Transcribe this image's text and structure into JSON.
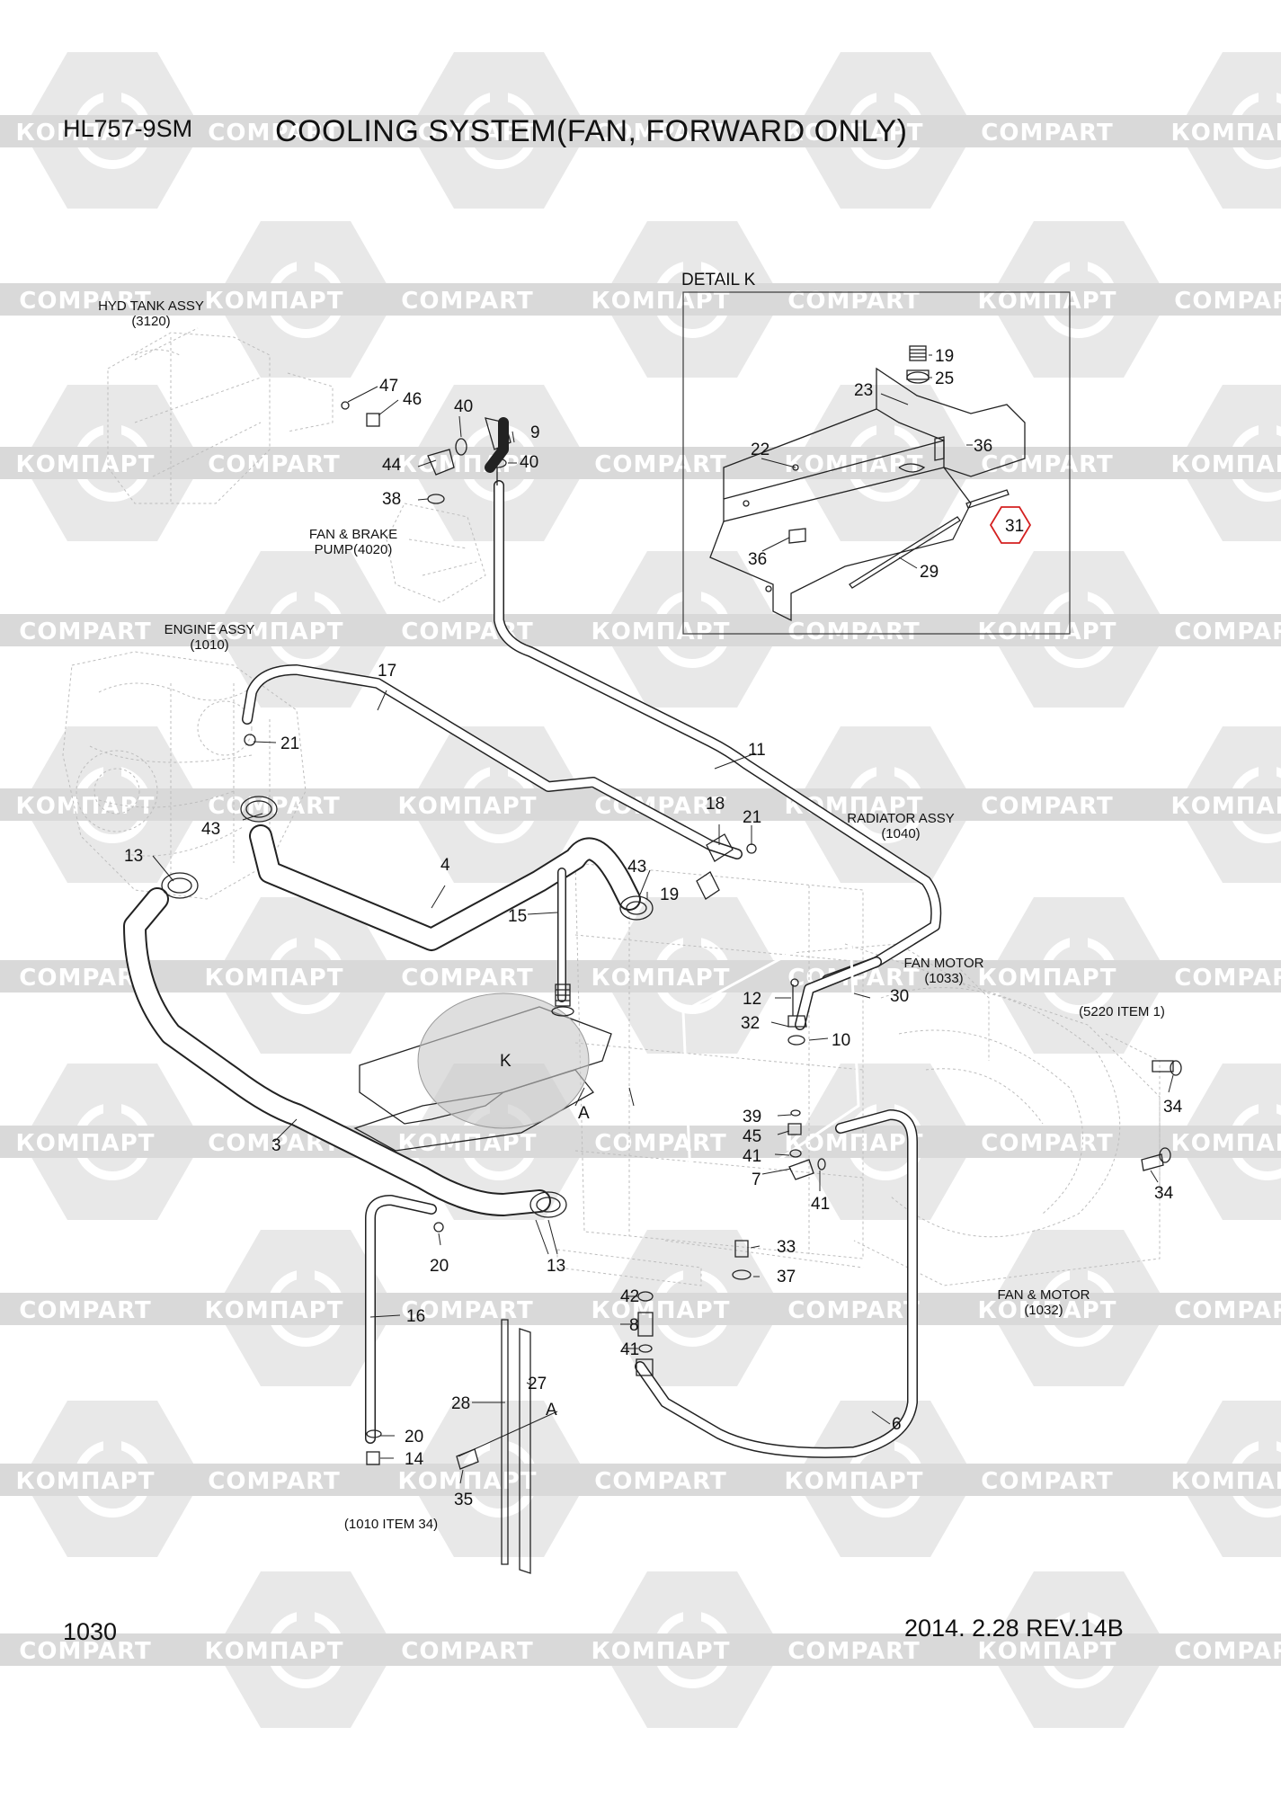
{
  "header": {
    "model": "HL757-9SM",
    "title": "COOLING SYSTEM(FAN, FORWARD ONLY)",
    "page_number": "1030",
    "revision": "2014. 2.28  REV.14B"
  },
  "watermark": {
    "text_latin": "COMPART",
    "text_cyrillic": "КОМПАРТ"
  },
  "detail_box_label": "DETAIL K",
  "assemblies": {
    "hyd_tank": "HYD TANK ASSY",
    "hyd_tank_ref": "(3120)",
    "fan_brake_pump": "FAN & BRAKE",
    "fan_brake_pump_ref": "PUMP(4020)",
    "engine": "ENGINE ASSY",
    "engine_ref": "(1010)",
    "radiator": "RADIATOR ASSY",
    "radiator_ref": "(1040)",
    "fan_motor": "FAN MOTOR",
    "fan_motor_ref": "(1033)",
    "item_5220": "(5220 ITEM 1)",
    "fan_and_motor": "FAN & MOTOR",
    "fan_and_motor_ref": "(1032)",
    "item_1010_34": "(1010 ITEM 34)"
  },
  "view_labels": {
    "detail_k_marker": "K",
    "section_a_upper": "A",
    "section_a_lower": "A"
  },
  "highlighted_part": "31",
  "part_numbers": {
    "p47": "47",
    "p46": "46",
    "p40a": "40",
    "p9": "9",
    "p44": "44",
    "p40b": "40",
    "p38": "38",
    "p19a": "19",
    "p25": "25",
    "p23": "23",
    "p22": "22",
    "p36a": "36",
    "p36b": "36",
    "p29": "29",
    "p17": "17",
    "p21a": "21",
    "p11": "11",
    "p43a": "43",
    "p13a": "13",
    "p4": "4",
    "p18": "18",
    "p21b": "21",
    "p43b": "43",
    "p19b": "19",
    "p15": "15",
    "p12": "12",
    "p30": "30",
    "p32": "32",
    "p10": "10",
    "p34a": "34",
    "p39": "39",
    "p45": "45",
    "p41a": "41",
    "p7": "7",
    "p41b": "41",
    "p34b": "34",
    "p3": "3",
    "p20a": "20",
    "p13b": "13",
    "p33": "33",
    "p37": "37",
    "p42": "42",
    "p8": "8",
    "p41c": "41",
    "p16": "16",
    "p27": "27",
    "p28": "28",
    "p20b": "20",
    "p14": "14",
    "p35": "35",
    "p6": "6"
  }
}
